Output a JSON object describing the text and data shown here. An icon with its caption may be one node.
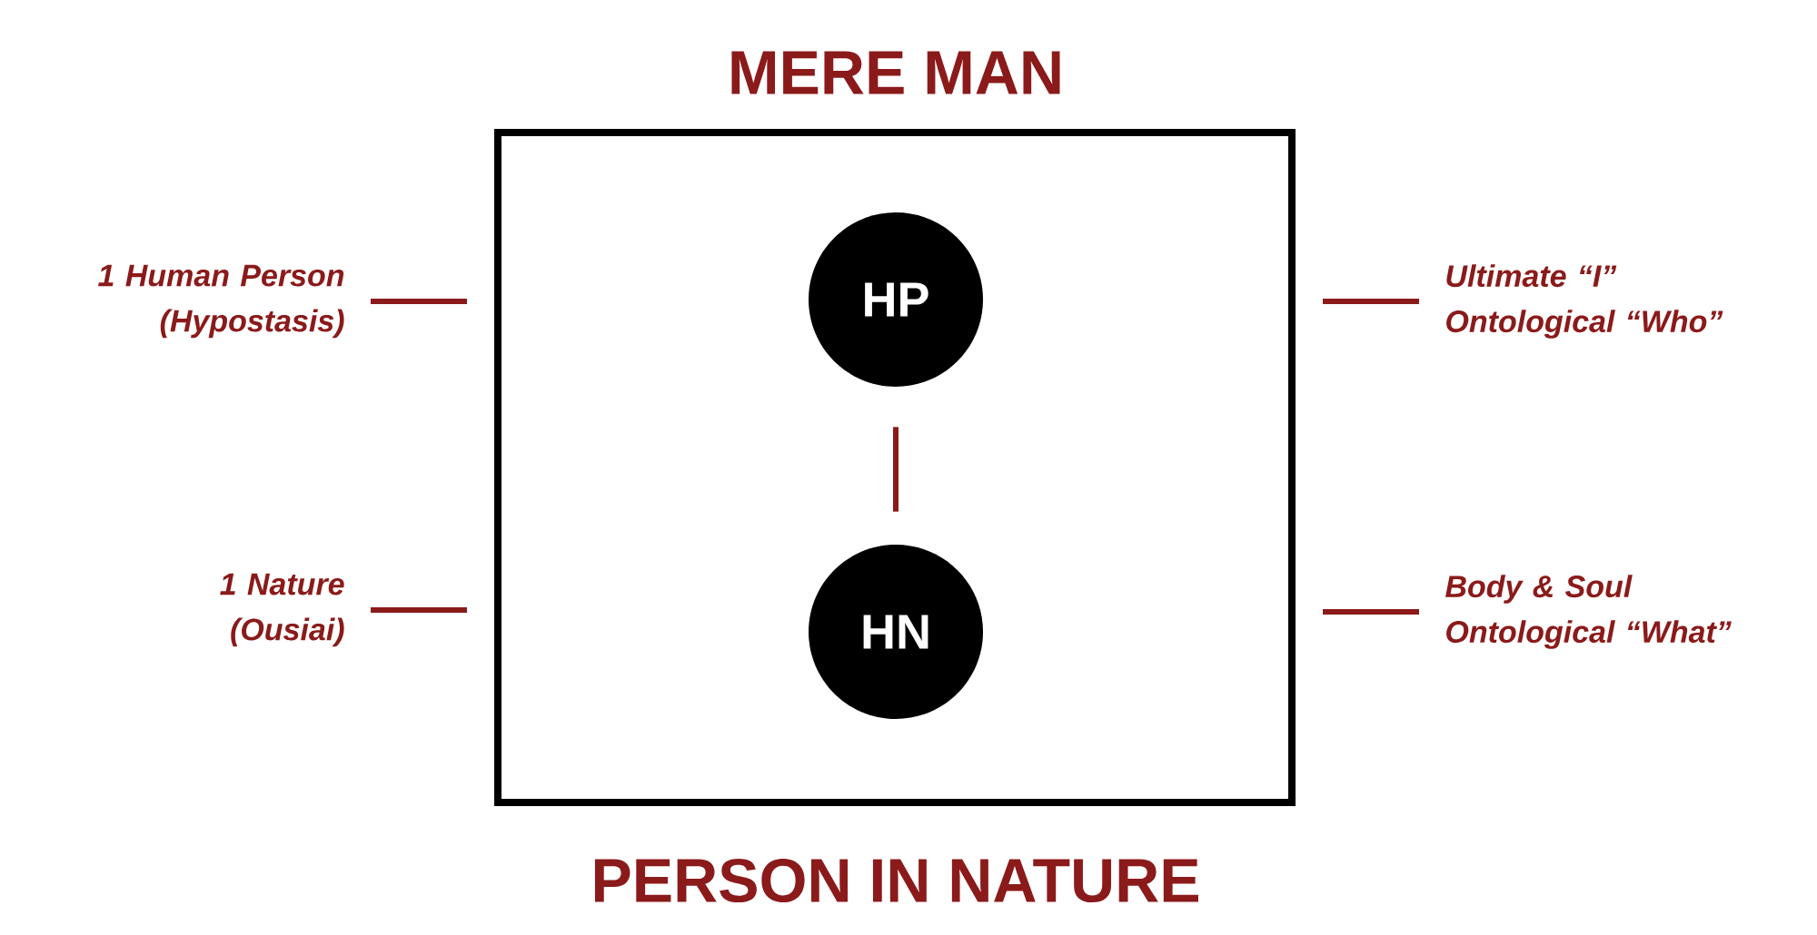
{
  "diagram": {
    "title": "MERE MAN",
    "caption": "PERSON IN NATURE",
    "nodes": [
      {
        "text": [],
        "shape": "box"
      },
      {
        "text": [
          "HP"
        ],
        "in": 0
      },
      {
        "text": [
          "HN"
        ],
        "in": 0
      },
      {
        "text": [
          "1 Human Person (Hypostasis)"
        ]
      },
      {
        "text": [
          "1 Nature (Ousiai)"
        ]
      },
      {
        "text": [
          "Ultimate “I” Ontological “Who”"
        ]
      },
      {
        "text": [
          "Body & Soul Ontological “What”"
        ]
      }
    ],
    "edges": [
      {
        "from": 1,
        "to": 2,
        "arrow": "none"
      },
      {
        "from": 3,
        "to": null,
        "arrow": "none"
      },
      {
        "from": 4,
        "to": null,
        "arrow": "none"
      },
      {
        "from": 5,
        "to": null,
        "arrow": "none"
      },
      {
        "from": 6,
        "to": null,
        "arrow": "none"
      }
    ]
  }
}
